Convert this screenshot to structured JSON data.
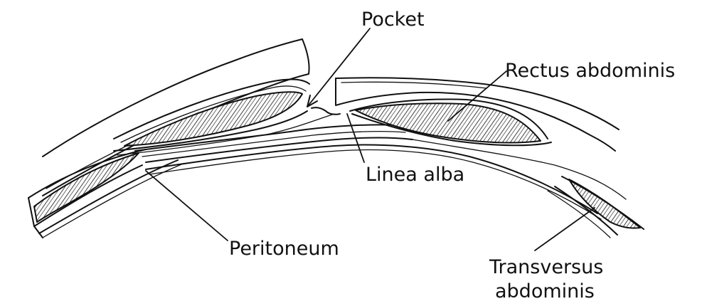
{
  "labels": {
    "pocket": "Pocket",
    "rectus": "Rectus abdominis",
    "linea_alba": "Linea alba",
    "peritoneum": "Peritoneum",
    "transversus_line1": "Transversus",
    "transversus_line2": "abdominis"
  },
  "colors": {
    "ink": "#111111",
    "background": "#ffffff"
  }
}
